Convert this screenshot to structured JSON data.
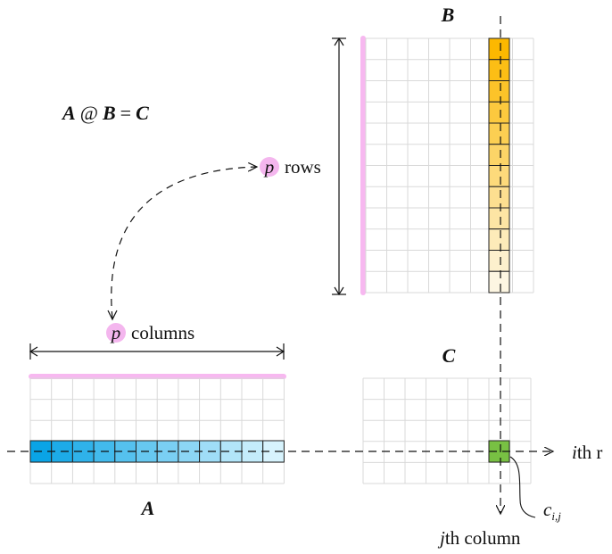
{
  "equation": {
    "a": "A",
    "at": "@",
    "b": "B",
    "eq": "=",
    "c": "C"
  },
  "matrices": {
    "a": {
      "name": "A"
    },
    "b": {
      "name": "B"
    },
    "c": {
      "name": "C"
    }
  },
  "labels": {
    "p_rows_symbol": "p",
    "p_rows_word": "rows",
    "p_cols_symbol": "p",
    "p_cols_word": "columns",
    "ith_symbol": "i",
    "ith_word": "th r",
    "jth_symbol": "j",
    "jth_word": "th column",
    "c_symbol": "c",
    "c_sub": "i,j"
  },
  "colors": {
    "grid": "#d9d9d9",
    "highlight_bar": "#f7b8f0",
    "p_circle": "#f4b6ee",
    "row_start": "#0aa4e6",
    "row_end": "#d7f3fd",
    "col_start": "#fcb800",
    "col_end": "#fdf6e2",
    "cell": "#78c043"
  }
}
